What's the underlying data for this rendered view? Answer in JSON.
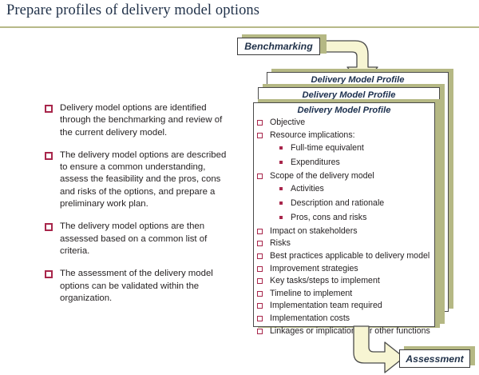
{
  "slide": {
    "title": "Prepare profiles of delivery model options"
  },
  "left_list": {
    "items": [
      "Delivery model options are identified through the benchmarking and review of the current delivery model.",
      "The delivery model options are described to ensure a common understanding, assess the feasibility and the pros, cons and risks of the options, and prepare a preliminary work plan.",
      "The delivery model options are then assessed based on a common list of criteria.",
      "The assessment of the delivery model options can be validated within the organization."
    ]
  },
  "diagram": {
    "benchmarking_label": "Benchmarking",
    "assessment_label": "Assessment",
    "card_titles": [
      "Delivery Model Profile",
      "Delivery Model Profile",
      "Delivery Model Profile"
    ],
    "profile_items": [
      {
        "text": "Objective",
        "level": 1
      },
      {
        "text": "Resource implications:",
        "level": 1
      },
      {
        "text": "Full-time equivalent",
        "level": 2
      },
      {
        "text": "Expenditures",
        "level": 2
      },
      {
        "text": "Scope of the delivery model",
        "level": 1
      },
      {
        "text": "Activities",
        "level": 2
      },
      {
        "text": "Description and rationale",
        "level": 2
      },
      {
        "text": "Pros, cons and risks",
        "level": 2
      },
      {
        "text": "Impact on stakeholders",
        "level": 1
      },
      {
        "text": "Risks",
        "level": 1
      },
      {
        "text": "Best practices applicable to delivery model",
        "level": 1
      },
      {
        "text": "Improvement strategies",
        "level": 1
      },
      {
        "text": "Key tasks/steps to implement",
        "level": 1
      },
      {
        "text": "Timeline to implement",
        "level": 1
      },
      {
        "text": "Implementation team required",
        "level": 1
      },
      {
        "text": "Implementation costs",
        "level": 1
      },
      {
        "text": "Linkages or implications for other functions",
        "level": 1
      }
    ]
  },
  "colors": {
    "title_text": "#1f3048",
    "rule": "#b7b988",
    "bullet_marker": "#a8264b",
    "card_shadow": "#b5b884",
    "arrow_fill": "#f7f5d3",
    "arrow_stroke": "#4a4a4a",
    "body_text": "#231f20"
  }
}
